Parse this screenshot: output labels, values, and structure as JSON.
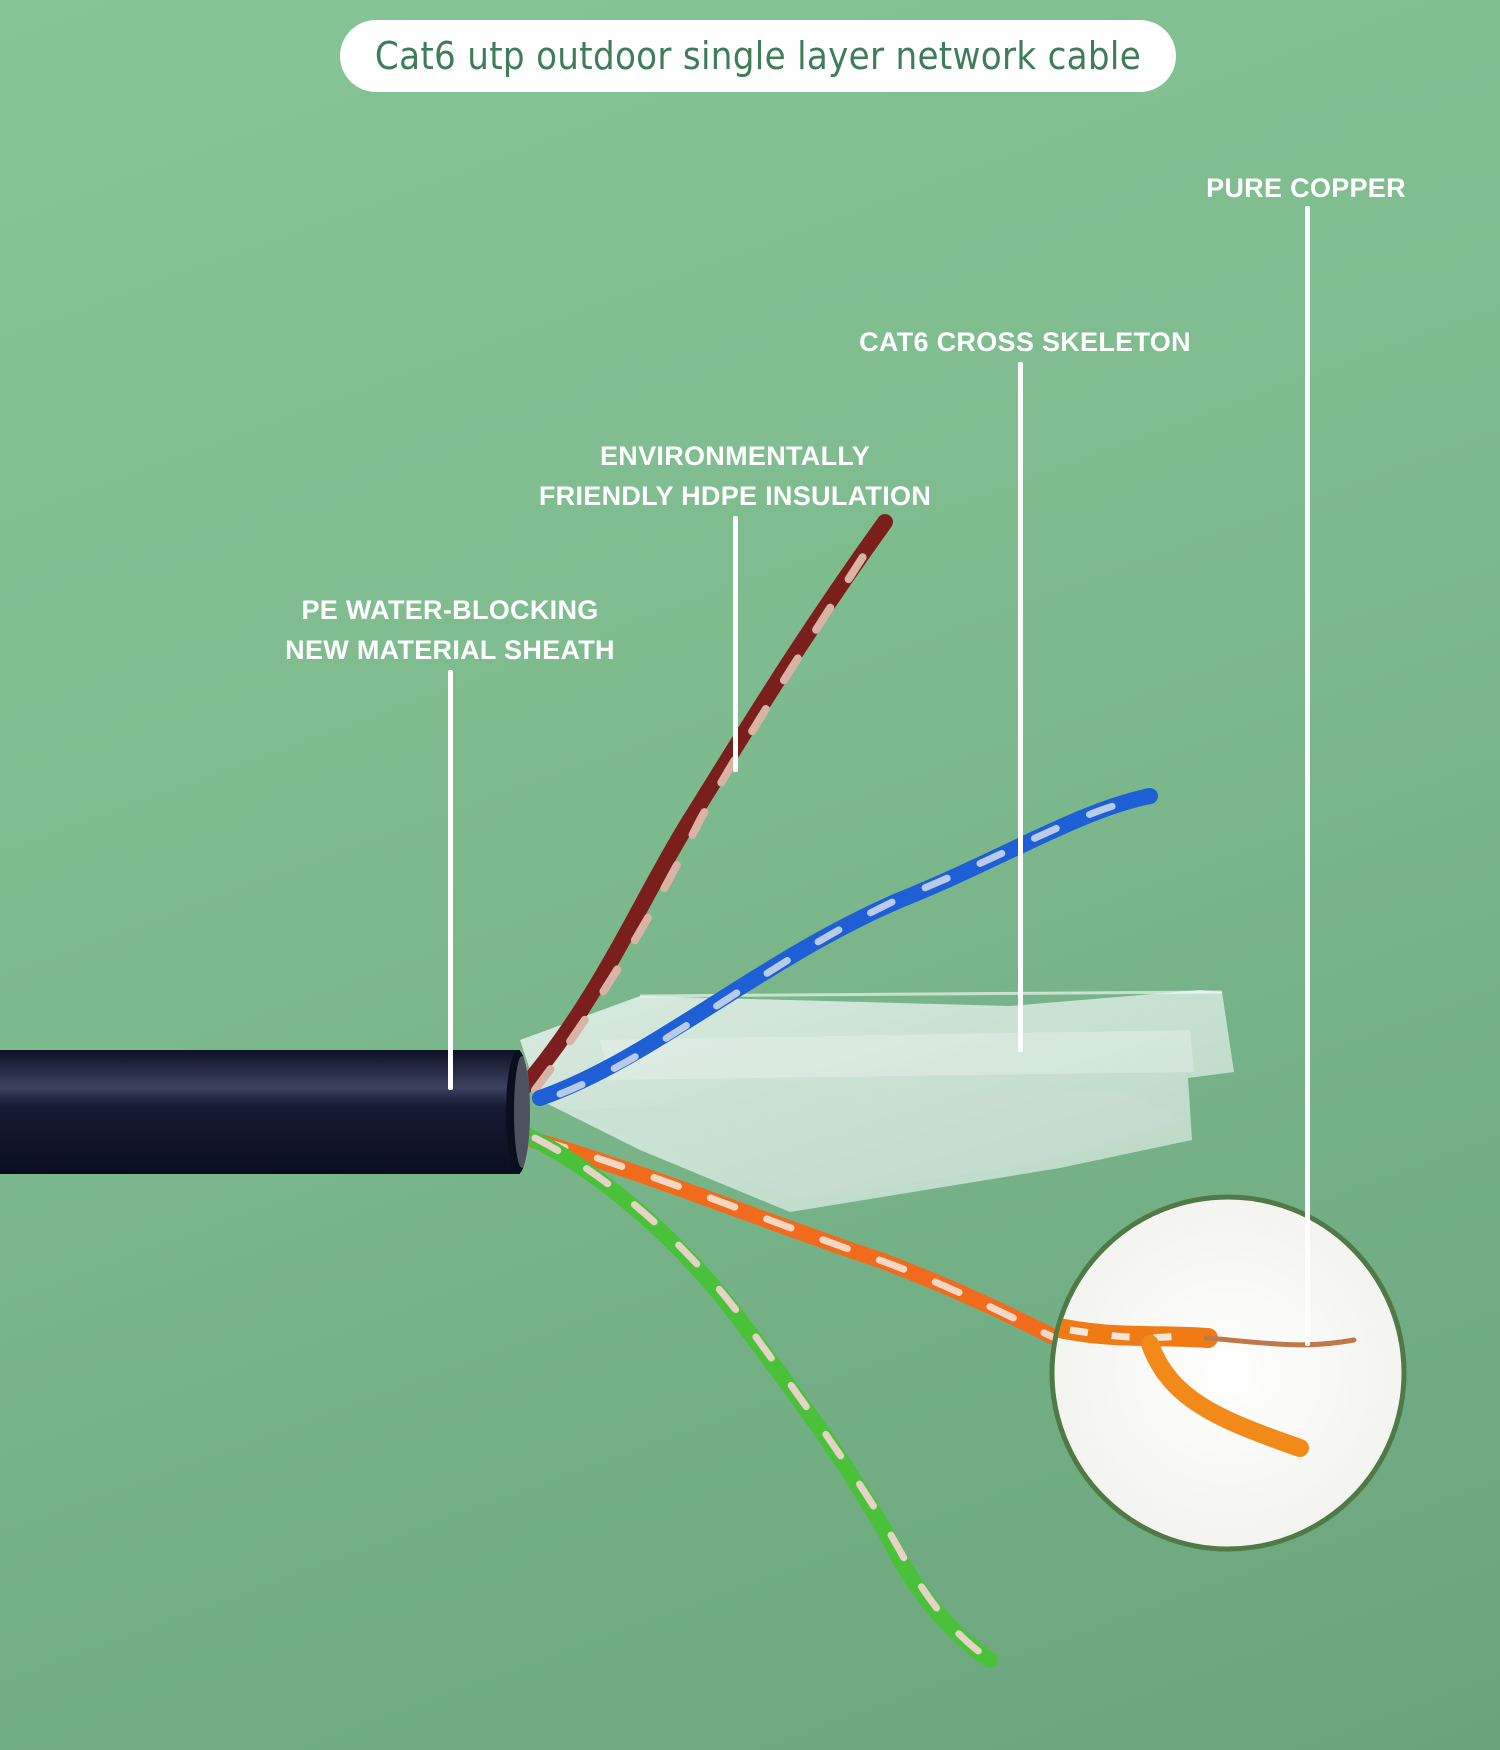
{
  "title": "Cat6 utp outdoor single layer network cable",
  "labels": {
    "sheath": {
      "line1": "PE WATER-BLOCKING",
      "line2": "NEW MATERIAL SHEATH"
    },
    "insulation": {
      "line1": "ENVIRONMENTALLY",
      "line2": "FRIENDLY HDPE INSULATION"
    },
    "skeleton": {
      "line1": "CAT6 CROSS SKELETON"
    },
    "copper": {
      "line1": "PURE COPPER"
    }
  },
  "colors": {
    "background": "#80bf91",
    "title_text": "#3f7d5a",
    "cable_jacket": "#141a30",
    "pair_brown": "#7a1e1e",
    "pair_blue": "#1f5fd6",
    "pair_orange": "#f26a1b",
    "pair_green": "#49c23a",
    "copper": "#c0784a"
  }
}
